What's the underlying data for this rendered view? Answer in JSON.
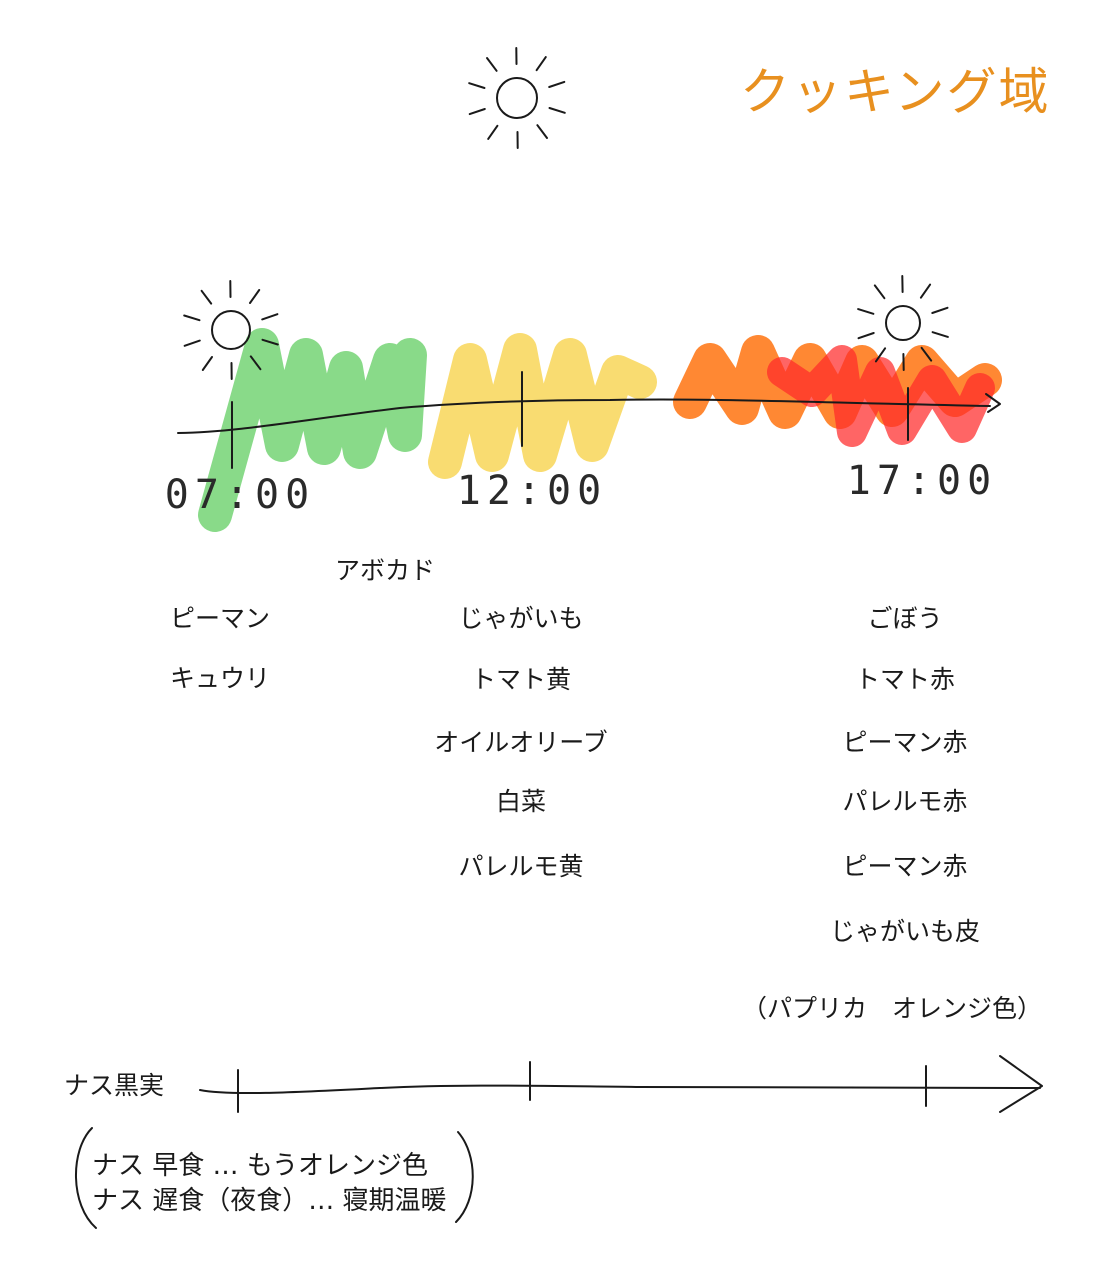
{
  "title": "クッキング域",
  "colors": {
    "title": "#e8901f",
    "morning": "#5ccc5c",
    "noon": "#f7cf3a",
    "evening_orange": "#ff6a00",
    "evening_red": "#ff2a2a",
    "ink": "#1a1a1a"
  },
  "timeline": {
    "times": [
      "07:00",
      "12:00",
      "17:00"
    ]
  },
  "columns": {
    "avocado": "アボカド",
    "morning": [
      "ピーマン",
      "キュウリ"
    ],
    "noon": [
      "じゃがいも",
      "トマト黄",
      "オイルオリーブ",
      "白菜",
      "パレルモ黄"
    ],
    "evening": [
      "ごぼう",
      "トマト赤",
      "ピーマン赤",
      "パレルモ赤",
      "ピーマン赤",
      "じゃがいも皮"
    ]
  },
  "paprika_note": "（パプリカ　オレンジ色）",
  "eggplant": {
    "label": "ナス黒実",
    "notes": [
      "ナス 早食 … もうオレンジ色",
      "ナス 遅食（夜食）… 寝期温暖"
    ]
  }
}
